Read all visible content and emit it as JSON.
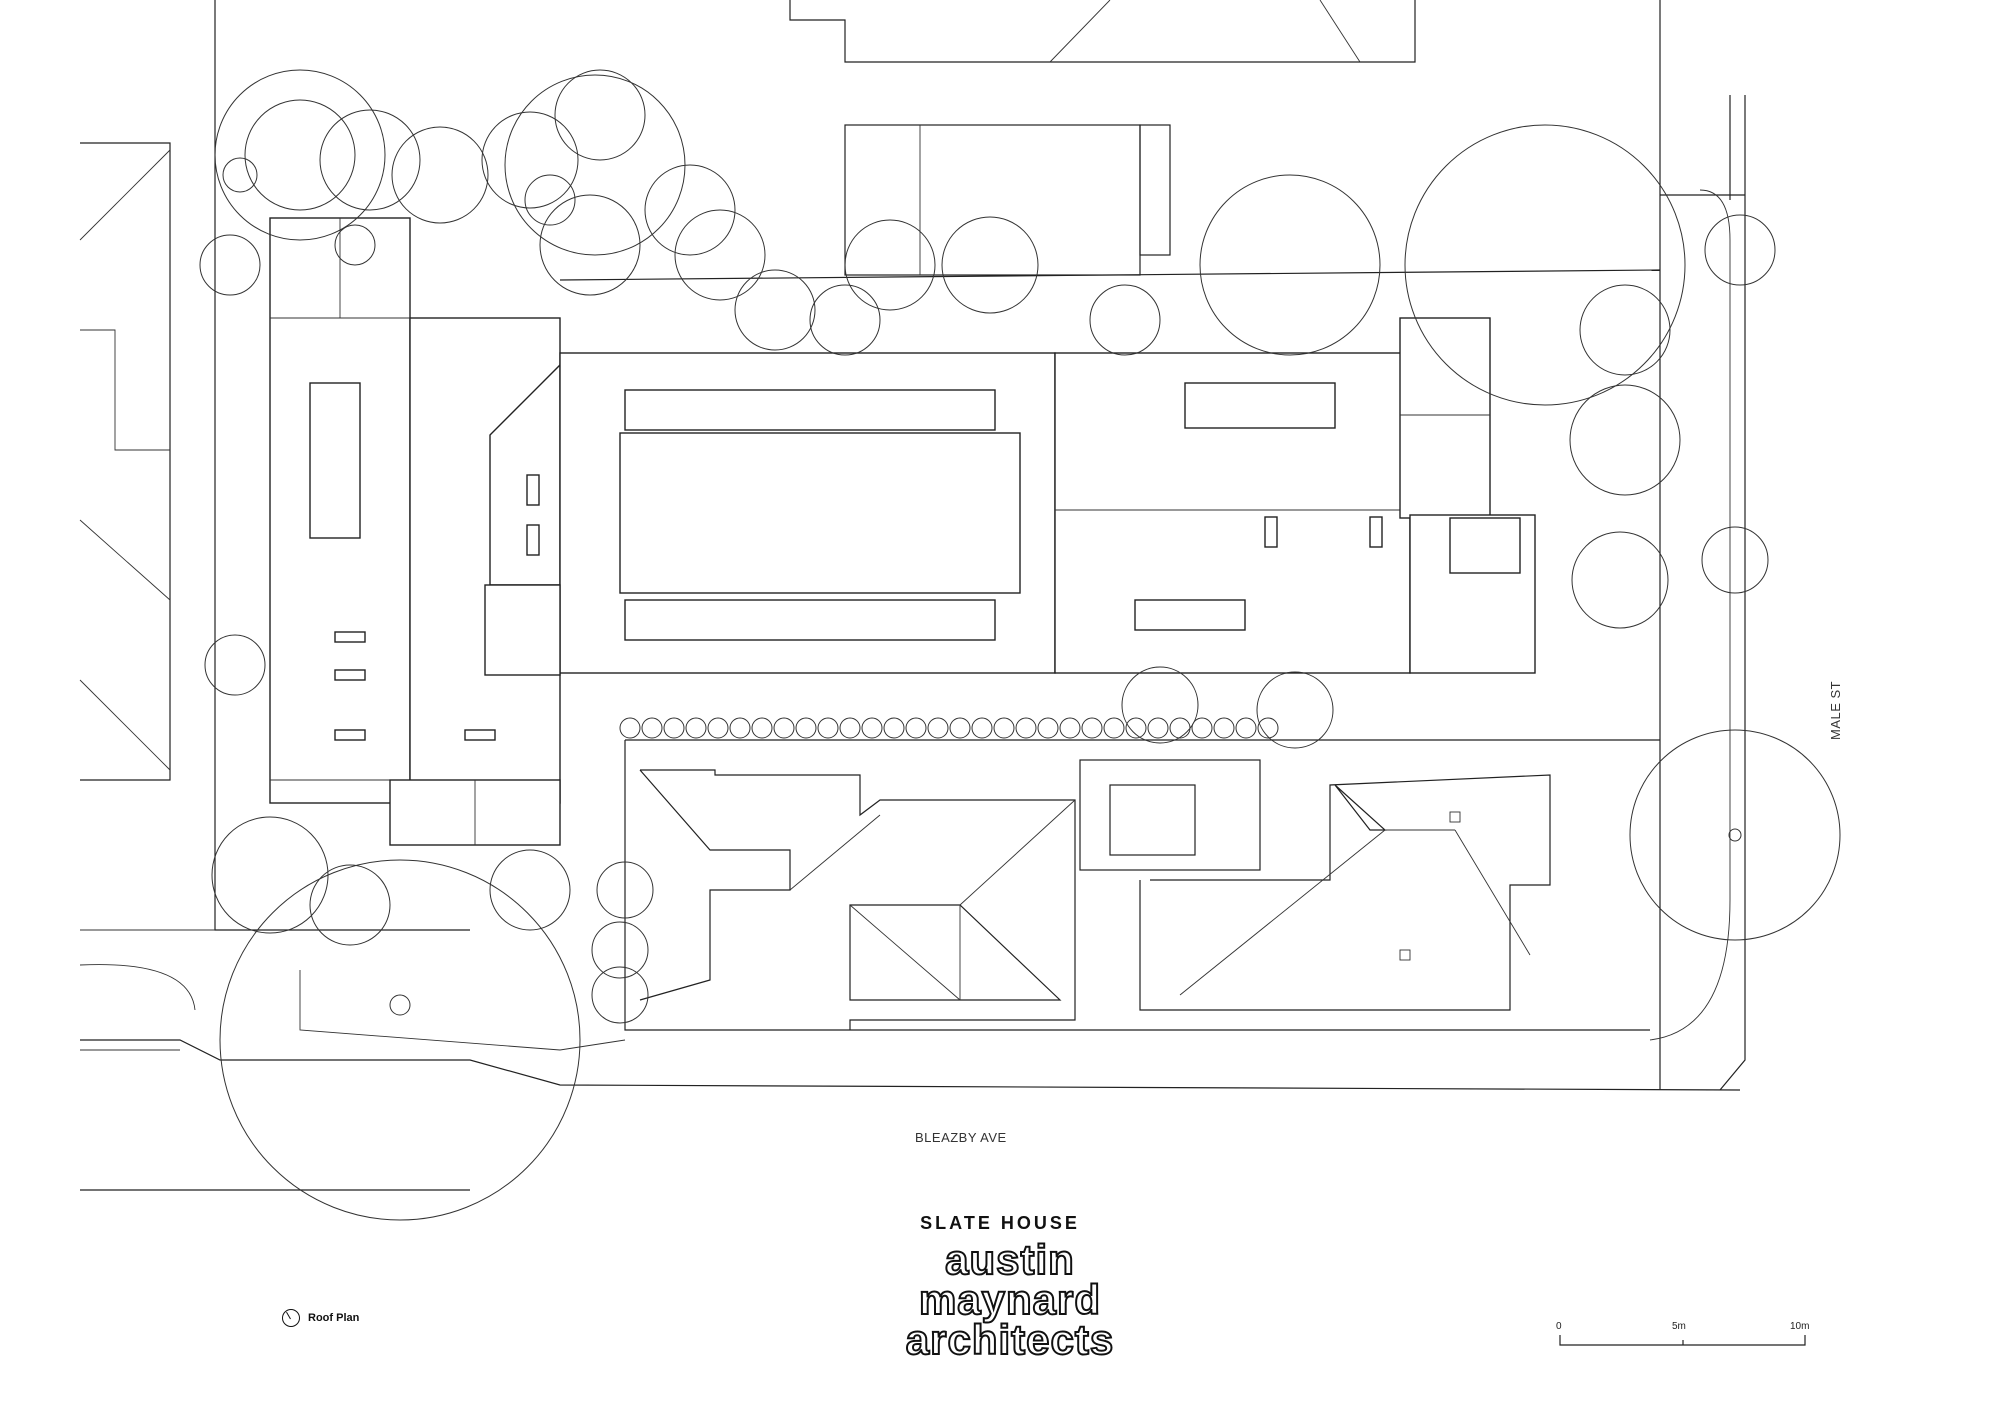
{
  "project": {
    "title": "SLATE HOUSE"
  },
  "firm": {
    "logo_lines": [
      "austin",
      "maynard",
      "architects"
    ]
  },
  "streets": {
    "south": "BLEAZBY AVE",
    "east": "MALE ST"
  },
  "legend": {
    "label": "Roof Plan",
    "icon": "north-arrow-icon"
  },
  "scale_bar": {
    "labels": [
      "0",
      "5m",
      "10m"
    ]
  }
}
